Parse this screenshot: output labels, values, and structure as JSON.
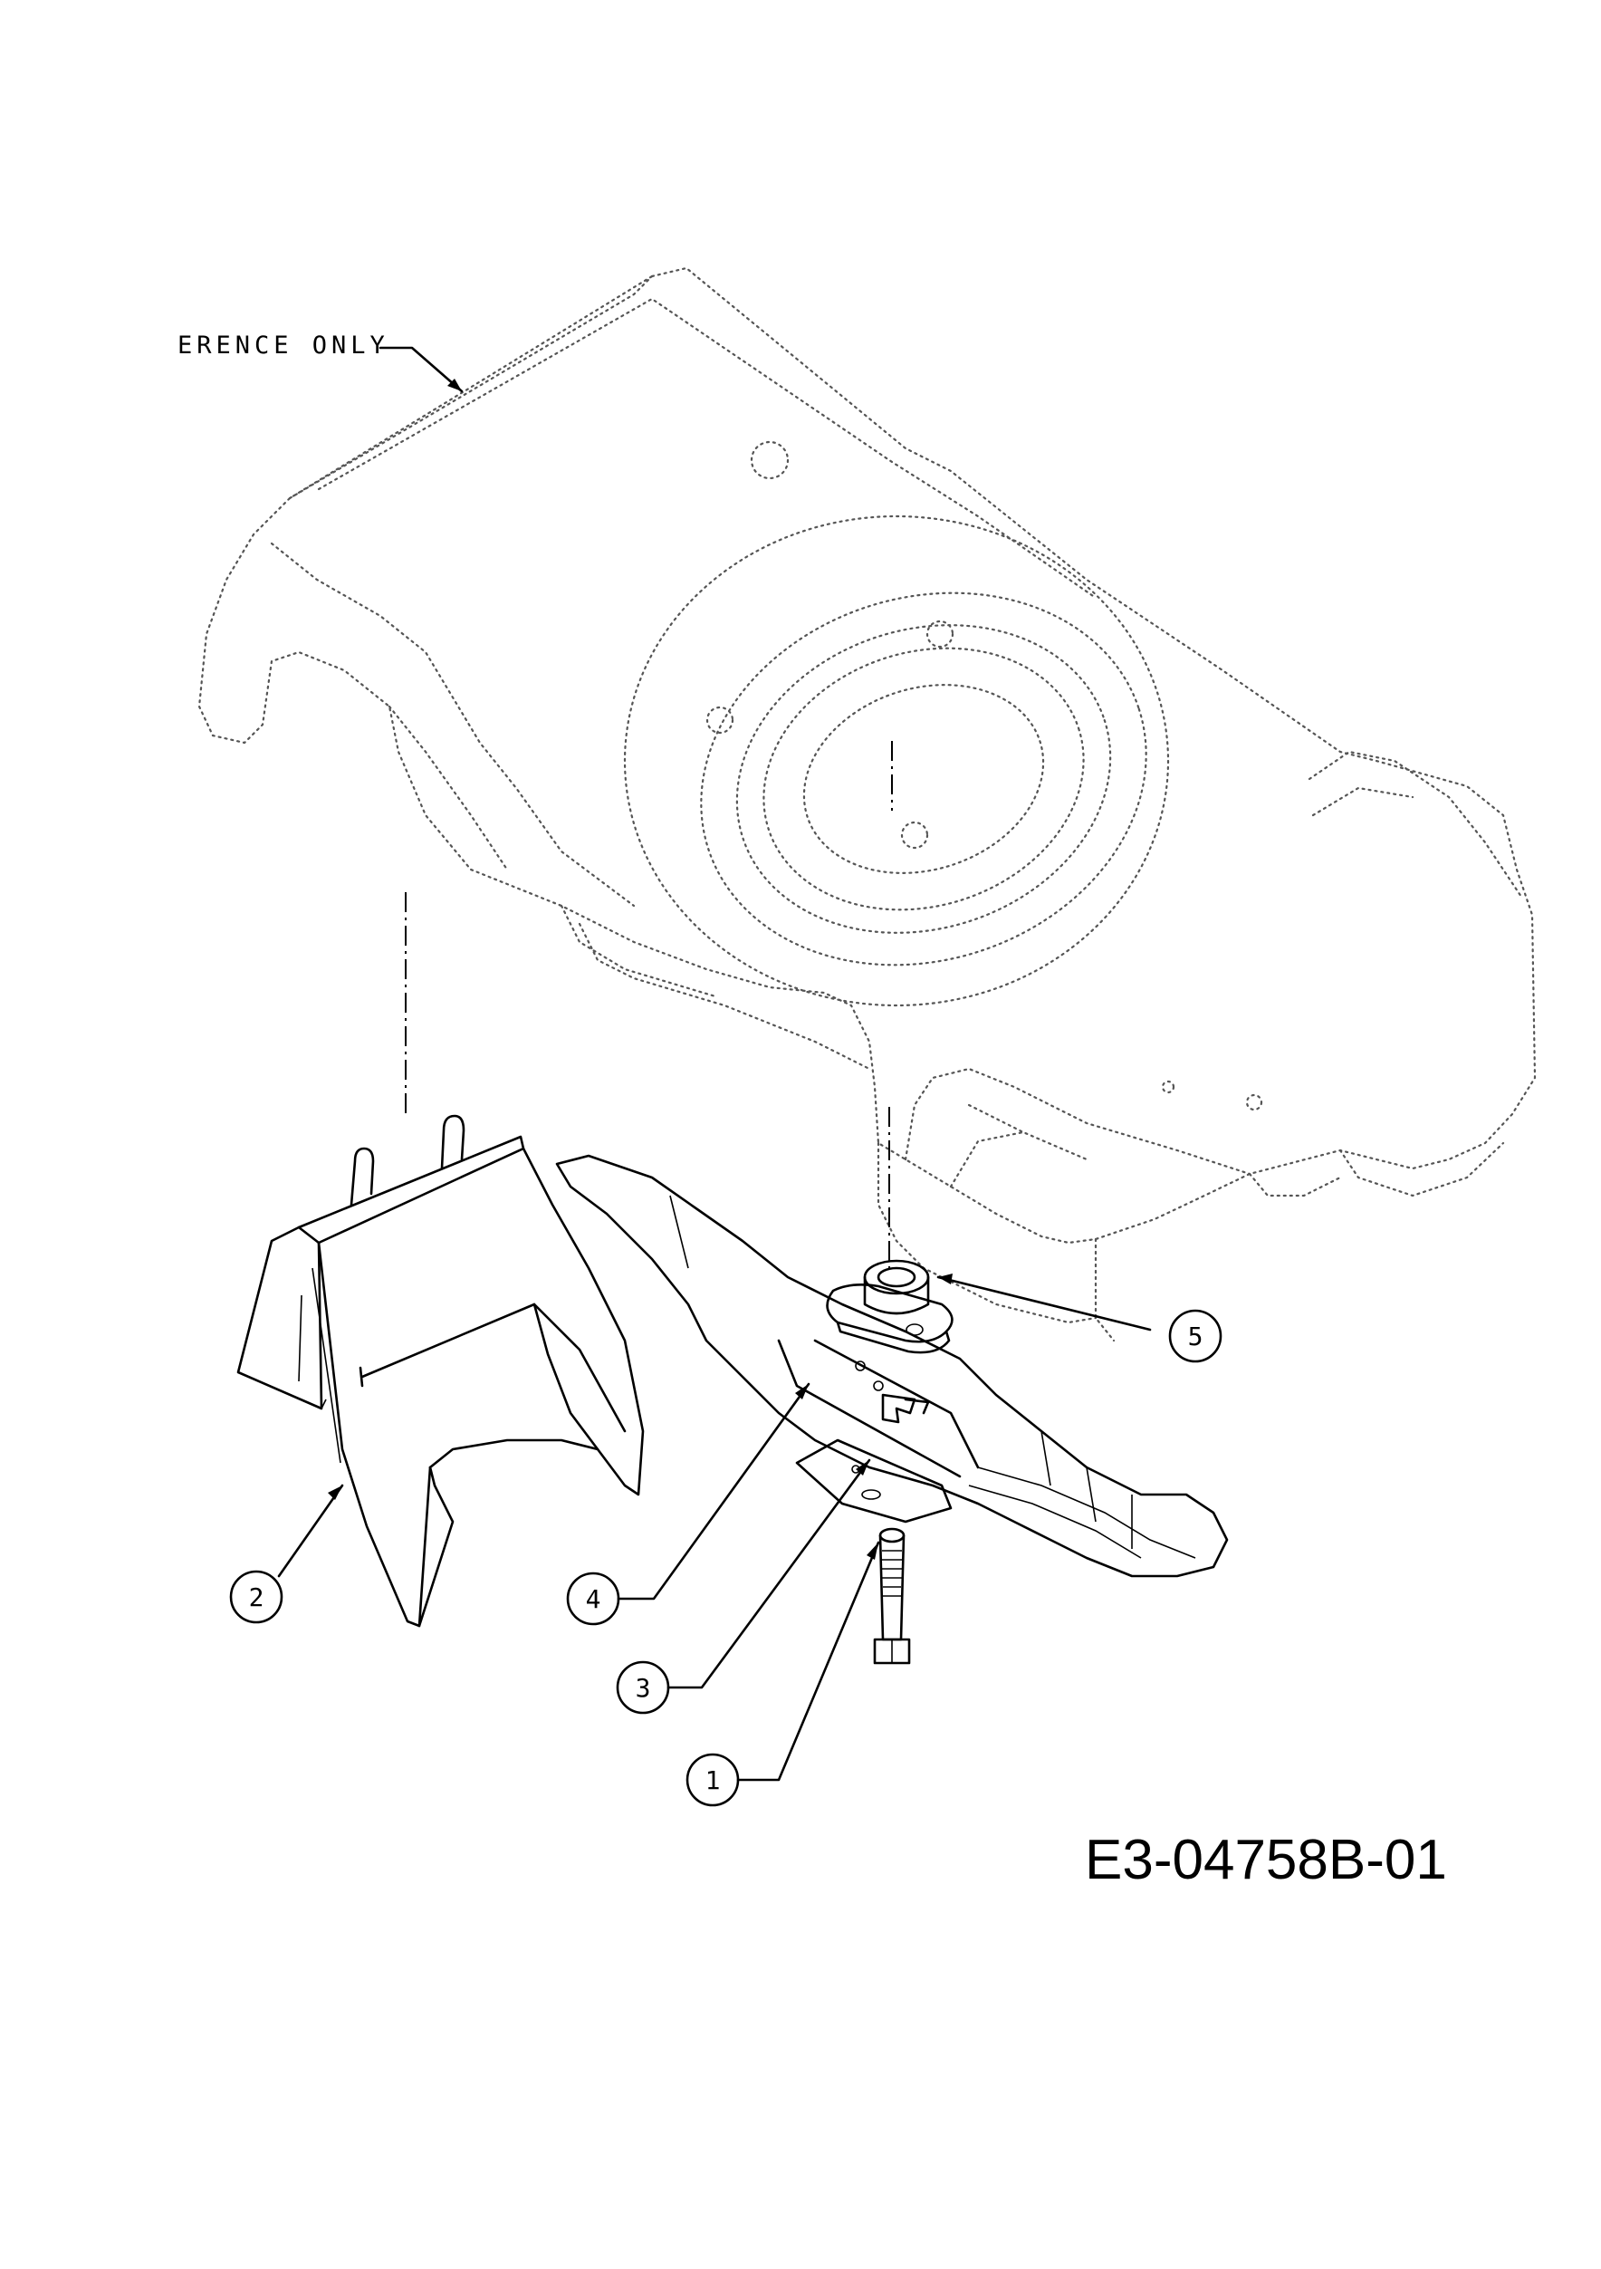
{
  "reference_note": "ERENCE ONLY",
  "drawing_code": "E3-04758B-01",
  "callouts": [
    {
      "number": "1",
      "part": "blade-bolt"
    },
    {
      "number": "2",
      "part": "deflector"
    },
    {
      "number": "3",
      "part": "blade-support-washer"
    },
    {
      "number": "4",
      "part": "blade"
    },
    {
      "number": "5",
      "part": "blade-adapter"
    }
  ]
}
